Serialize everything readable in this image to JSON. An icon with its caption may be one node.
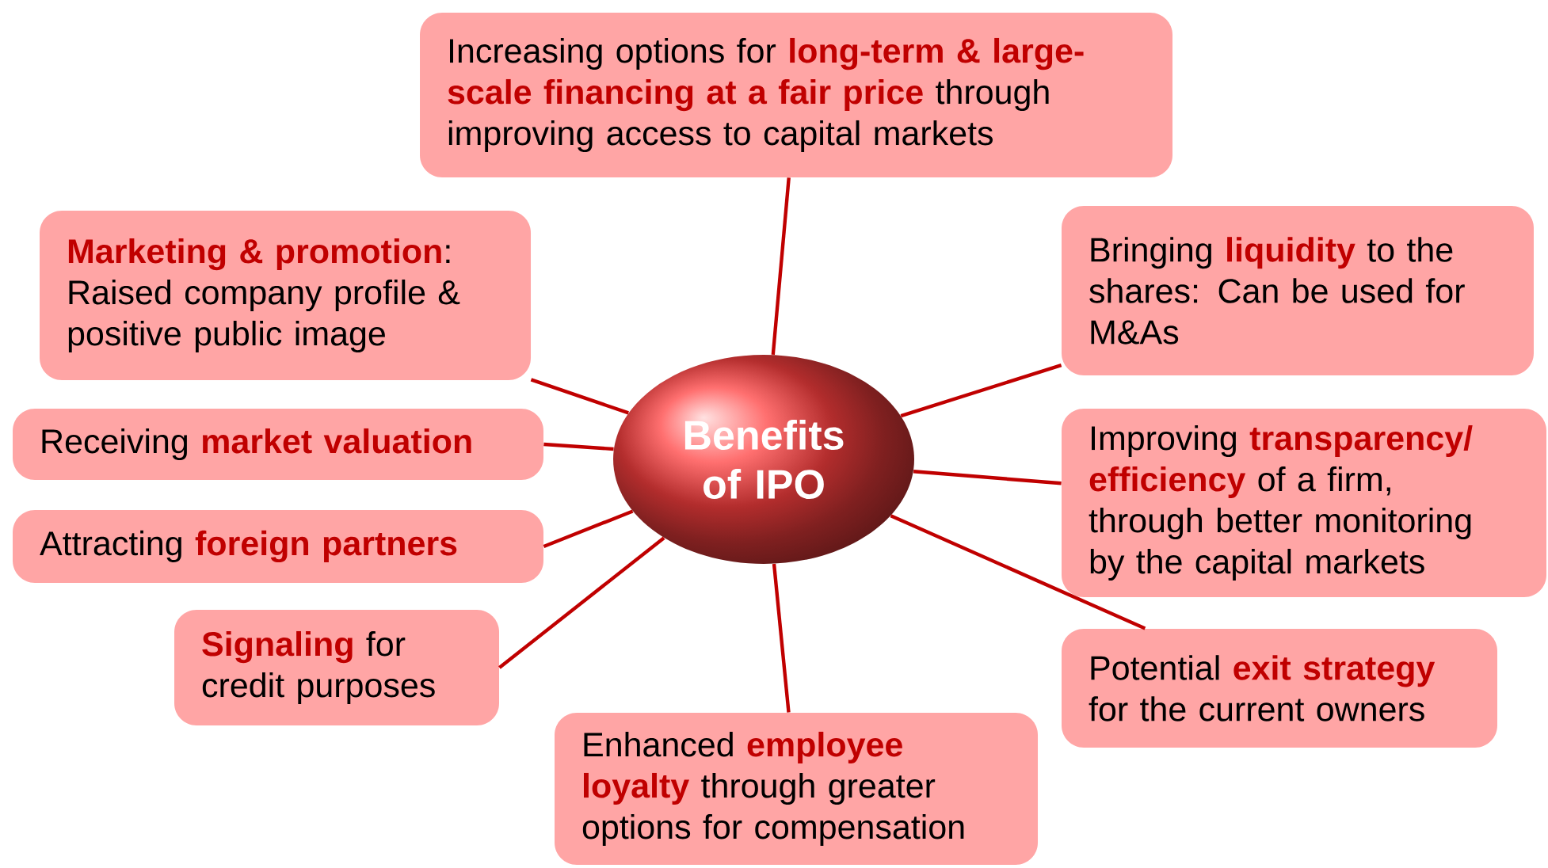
{
  "diagram": {
    "nodes": [
      {
        "text": [
          "Benefits of IPO"
        ]
      },
      {
        "text": [
          "Increasing options for **long-term & large-scale financing at a fair price** through improving access to capital markets"
        ]
      },
      {
        "text": [
          "Bringing **liquidity** to the shares: Can be used for M&As"
        ]
      },
      {
        "text": [
          "Improving **transparency/ efficiency** of a firm, through better monitoring by the capital markets"
        ]
      },
      {
        "text": [
          "Potential **exit strategy** for the current owners"
        ]
      },
      {
        "text": [
          "Enhanced **employee loyalty** through greater options for compensation"
        ]
      },
      {
        "text": [
          "**Signaling** for credit purposes"
        ]
      },
      {
        "text": [
          "Attracting **foreign partners**"
        ]
      },
      {
        "text": [
          "Receiving **market valuation**"
        ]
      },
      {
        "text": [
          "**Marketing & promotion**: Raised company profile & positive public image"
        ]
      }
    ],
    "edges": [
      {
        "from": 0,
        "to": 1,
        "arrow": "none"
      },
      {
        "from": 0,
        "to": 2,
        "arrow": "none"
      },
      {
        "from": 0,
        "to": 3,
        "arrow": "none"
      },
      {
        "from": 0,
        "to": 4,
        "arrow": "none"
      },
      {
        "from": 0,
        "to": 5,
        "arrow": "none"
      },
      {
        "from": 0,
        "to": 6,
        "arrow": "none"
      },
      {
        "from": 0,
        "to": 7,
        "arrow": "none"
      },
      {
        "from": 0,
        "to": 8,
        "arrow": "none"
      },
      {
        "from": 0,
        "to": 9,
        "arrow": "none"
      }
    ]
  }
}
